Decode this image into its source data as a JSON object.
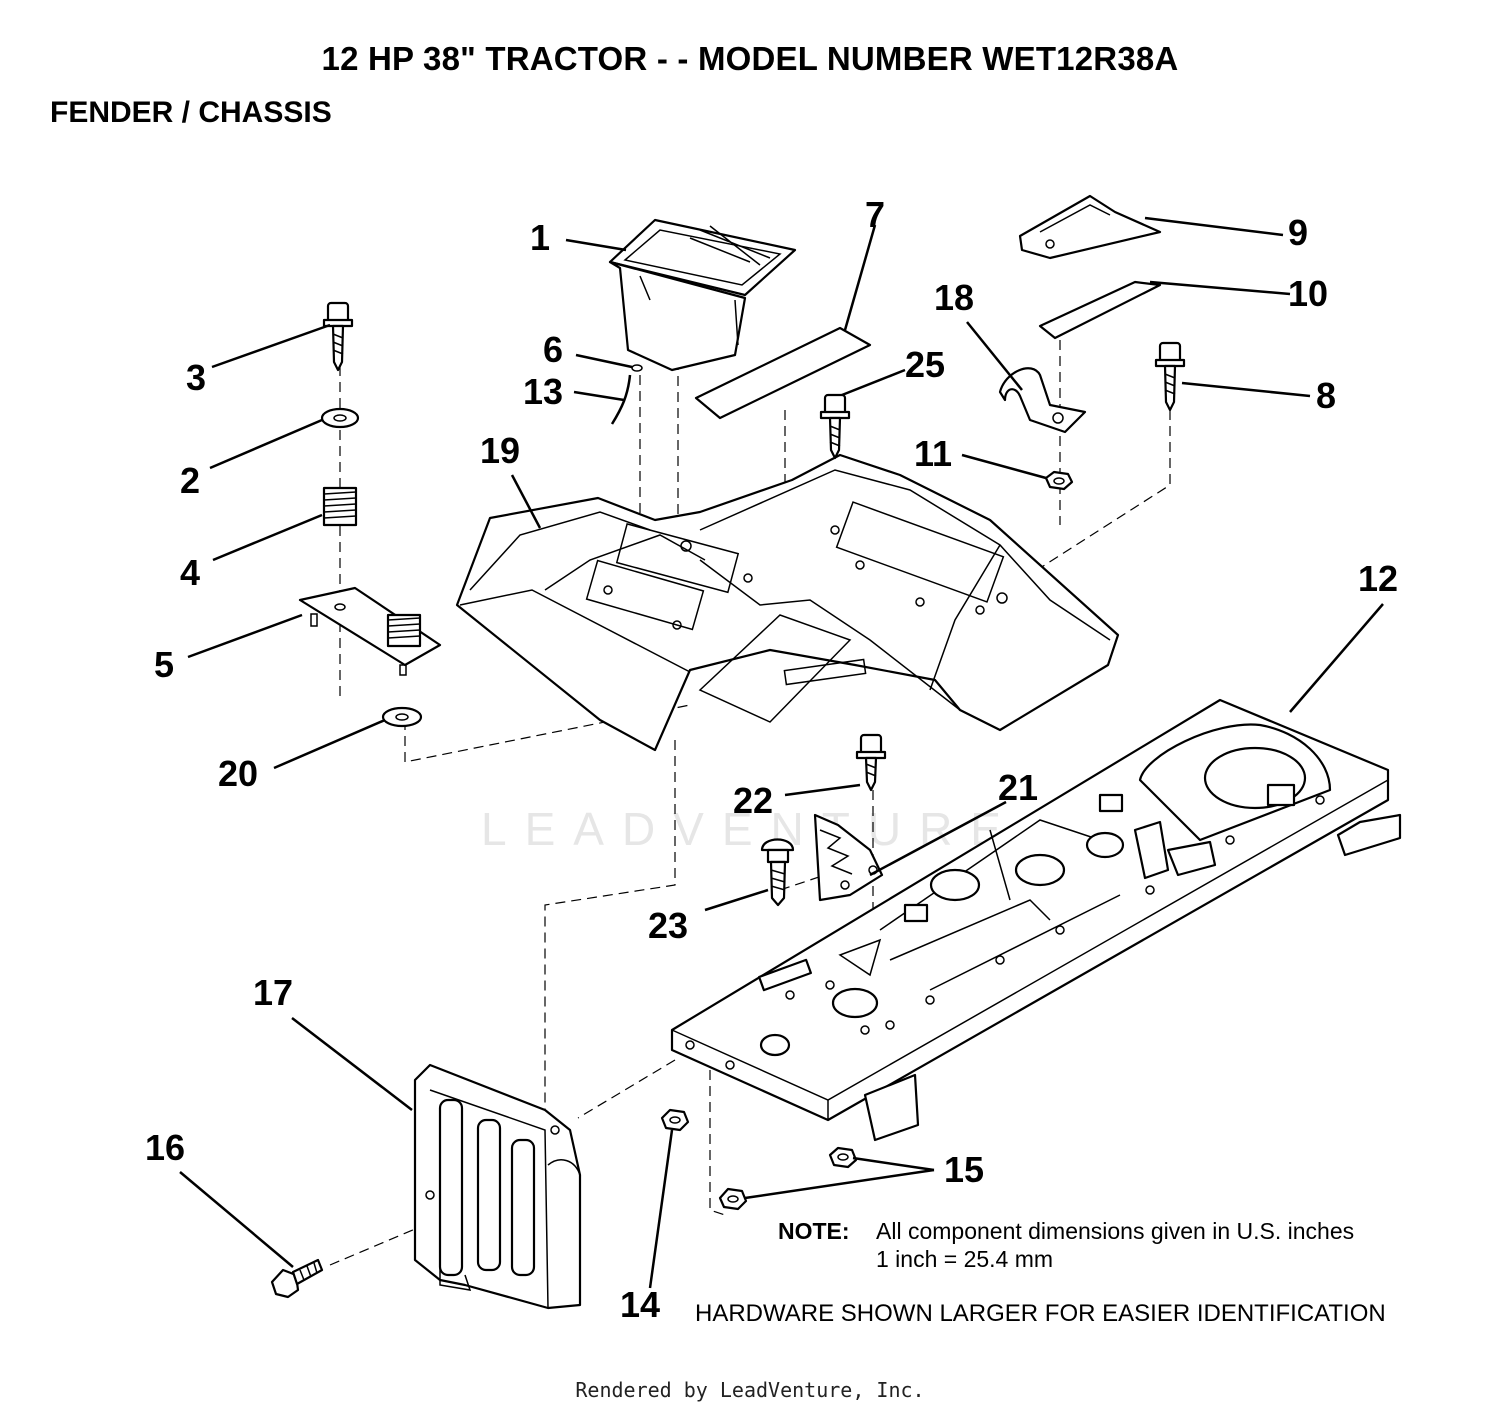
{
  "header": {
    "title": "12 HP 38\" TRACTOR - - MODEL NUMBER WET12R38A",
    "subtitle": "FENDER / CHASSIS"
  },
  "watermark": "LEADVENTURE",
  "callouts": [
    {
      "id": "1",
      "label": "1"
    },
    {
      "id": "2",
      "label": "2"
    },
    {
      "id": "3",
      "label": "3"
    },
    {
      "id": "4",
      "label": "4"
    },
    {
      "id": "5",
      "label": "5"
    },
    {
      "id": "6",
      "label": "6"
    },
    {
      "id": "7",
      "label": "7"
    },
    {
      "id": "8",
      "label": "8"
    },
    {
      "id": "9",
      "label": "9"
    },
    {
      "id": "10",
      "label": "10"
    },
    {
      "id": "11",
      "label": "11"
    },
    {
      "id": "12",
      "label": "12"
    },
    {
      "id": "13",
      "label": "13"
    },
    {
      "id": "14",
      "label": "14"
    },
    {
      "id": "15",
      "label": "15"
    },
    {
      "id": "16",
      "label": "16"
    },
    {
      "id": "17",
      "label": "17"
    },
    {
      "id": "18",
      "label": "18"
    },
    {
      "id": "19",
      "label": "19"
    },
    {
      "id": "20",
      "label": "20"
    },
    {
      "id": "21",
      "label": "21"
    },
    {
      "id": "22",
      "label": "22"
    },
    {
      "id": "23",
      "label": "23"
    },
    {
      "id": "25",
      "label": "25"
    }
  ],
  "note": {
    "label": "NOTE:",
    "line1": "All component dimensions given in U.S. inches",
    "line2": "1 inch = 25.4 mm"
  },
  "hardware_note": "HARDWARE SHOWN LARGER FOR EASIER IDENTIFICATION",
  "footer": "Rendered by LeadVenture, Inc."
}
